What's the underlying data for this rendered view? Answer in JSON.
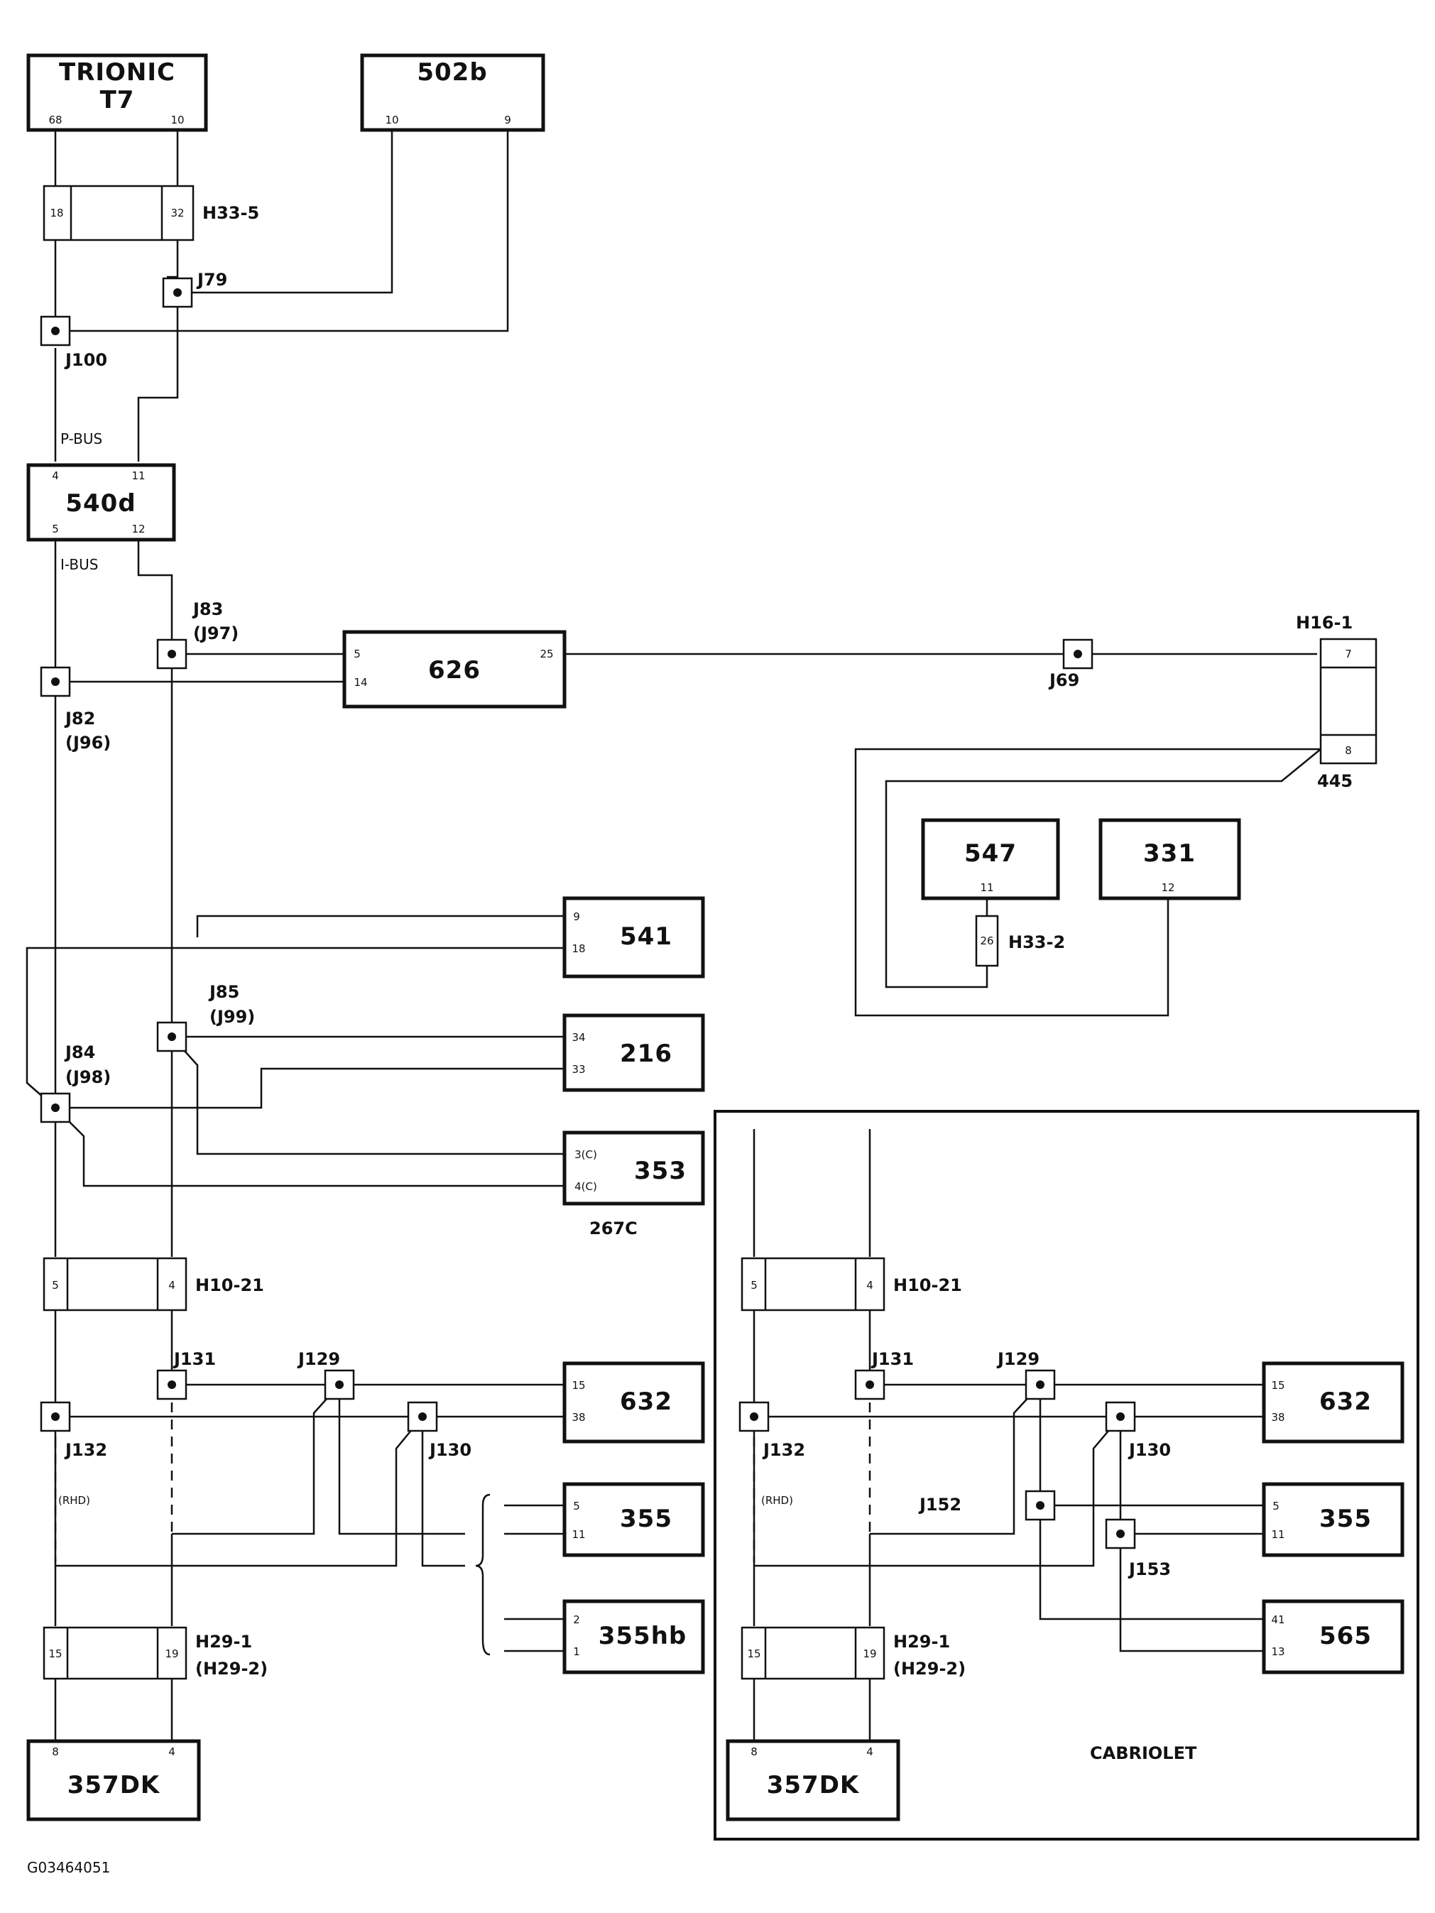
{
  "labels": {
    "trionic_l1": "TRIONIC",
    "trionic_l2": "T7",
    "m502b": "502b",
    "h33_5": "H33-5",
    "j79": "J79",
    "j100": "J100",
    "p_bus": "P-BUS",
    "m540d": "540d",
    "i_bus": "I-BUS",
    "j83": "J83",
    "j97": "(J97)",
    "m626": "626",
    "j69": "J69",
    "h16_1": "H16-1",
    "j82": "J82",
    "j96": "(J96)",
    "c445": "445",
    "m547": "547",
    "m331": "331",
    "h33_2": "H33-2",
    "m541": "541",
    "j85": "J85",
    "j99": "(J99)",
    "m216": "216",
    "j84": "J84",
    "j98": "(J98)",
    "m353": "353",
    "c267c": "267C",
    "h10_21": "H10-21",
    "j131": "J131",
    "j129": "J129",
    "m632": "632",
    "j132": "J132",
    "j130": "J130",
    "rhd": "(RHD)",
    "m355": "355",
    "m355hb": "355hb",
    "h29_1": "H29-1",
    "h29_2": "(H29-2)",
    "m357dk": "357DK",
    "j152": "J152",
    "j153": "J153",
    "m565": "565",
    "cabriolet": "CABRIOLET",
    "footer_ref": "G03464051"
  },
  "pins": {
    "t7_a": "68",
    "t7_b": "10",
    "b502_a": "10",
    "b502_b": "9",
    "h335_a": "18",
    "h335_b": "32",
    "d540_a": "4",
    "d540_b": "11",
    "d540_c": "5",
    "d540_d": "12",
    "c626_a": "5",
    "c626_b": "14",
    "c626_c": "25",
    "h161_a": "7",
    "h161_b": "8",
    "c547": "11",
    "c331": "12",
    "h332": "26",
    "c541_a": "9",
    "c541_b": "18",
    "c216_a": "34",
    "c216_b": "33",
    "c353_a": "3(C)",
    "c353_b": "4(C)",
    "h1021_a": "5",
    "h1021_b": "4",
    "c632_a": "15",
    "c632_b": "38",
    "c355_a": "5",
    "c355_b": "11",
    "c355hb_a": "2",
    "c355hb_b": "1",
    "h291_a": "15",
    "h291_b": "19",
    "c357_a": "8",
    "c357_b": "4",
    "c565_a": "41",
    "c565_b": "13"
  }
}
